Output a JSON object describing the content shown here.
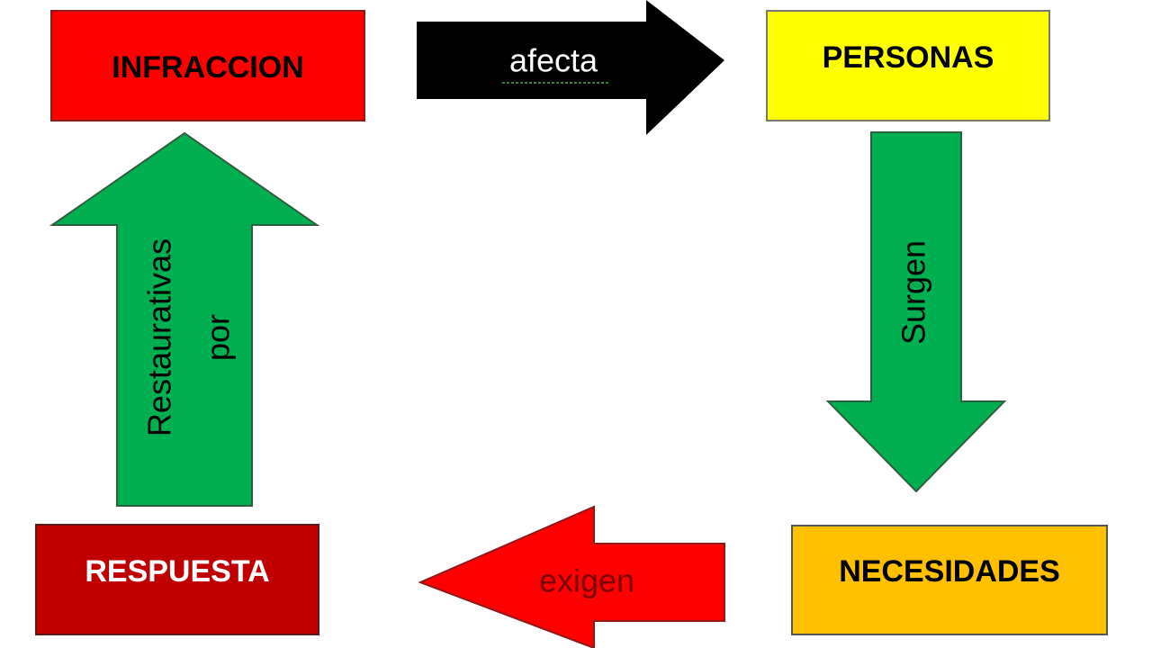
{
  "boxes": {
    "infraccion": {
      "label": "INFRACCION",
      "color": "#ff0000",
      "text_color": "#000000"
    },
    "personas": {
      "label": "PERSONAS",
      "color": "#ffff00",
      "text_color": "#000000"
    },
    "necesidades": {
      "label": "NECESIDADES",
      "color": "#ffc000",
      "text_color": "#000000"
    },
    "respuesta": {
      "label": "RESPUESTA",
      "color": "#c00000",
      "text_color": "#ffffff"
    }
  },
  "arrows": {
    "afecta": {
      "label": "afecta",
      "color": "#000000",
      "direction": "right"
    },
    "surgen": {
      "label": "Surgen",
      "color": "#00b050",
      "direction": "down"
    },
    "exigen": {
      "label": "exigen",
      "color": "#ff0000",
      "direction": "left"
    },
    "restaurativas": {
      "label_line1": "Restaurativas",
      "label_line2": "por",
      "color": "#00b050",
      "direction": "up"
    }
  }
}
